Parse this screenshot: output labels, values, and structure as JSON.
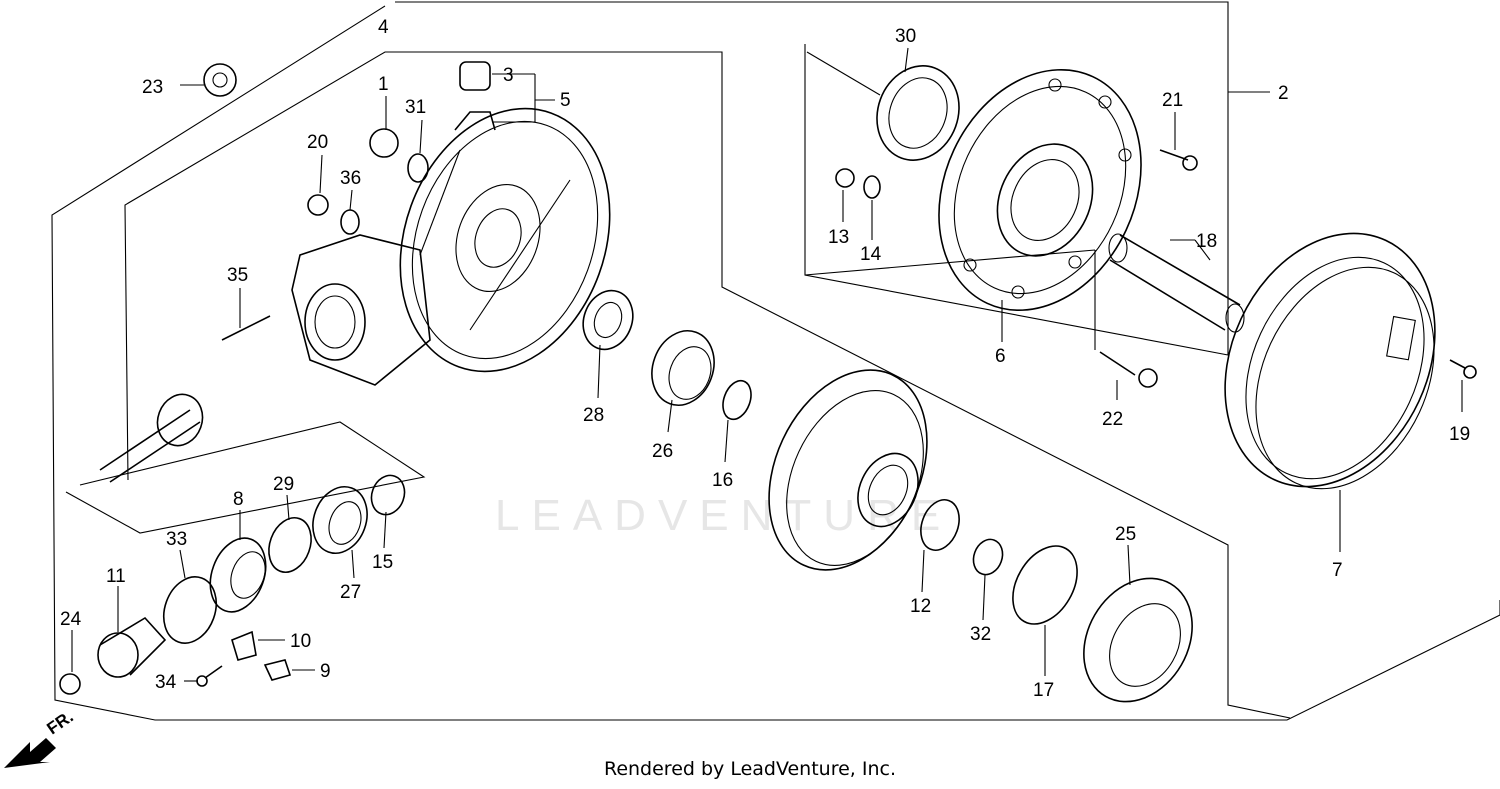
{
  "diagram": {
    "watermark": "LEADVENTURE",
    "credit": "Rendered by LeadVenture, Inc.",
    "direction_label": "FR.",
    "part_labels": {
      "p1": "1",
      "p2": "2",
      "p3": "3",
      "p4": "4",
      "p5": "5",
      "p6": "6",
      "p7": "7",
      "p8": "8",
      "p9": "9",
      "p10": "10",
      "p11": "11",
      "p12": "12",
      "p13": "13",
      "p14": "14",
      "p15": "15",
      "p16": "16",
      "p17": "17",
      "p18": "18",
      "p19": "19",
      "p20": "20",
      "p21": "21",
      "p22": "22",
      "p23": "23",
      "p24": "24",
      "p25": "25",
      "p26": "26",
      "p27": "27",
      "p28": "28",
      "p29": "29",
      "p30": "30",
      "p31": "31",
      "p32": "32",
      "p33": "33",
      "p34": "34",
      "p35": "35",
      "p36": "36"
    }
  }
}
